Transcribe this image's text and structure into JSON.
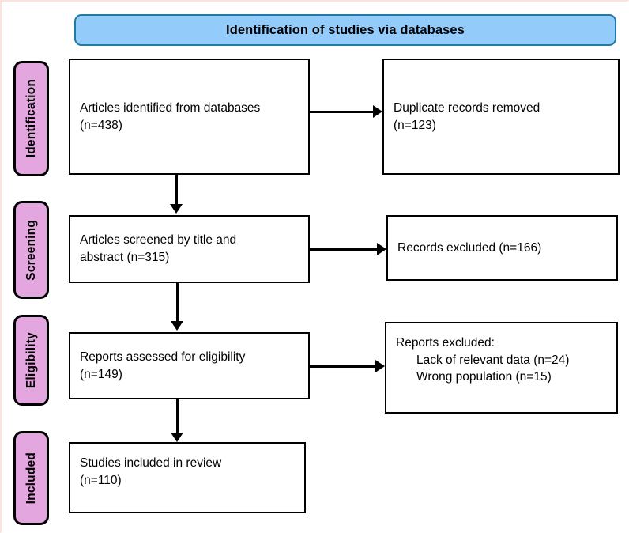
{
  "diagram": {
    "title": "Identification of studies via databases",
    "colors": {
      "banner_fill": "#93cbfb",
      "banner_border": "#2279a4",
      "phase_fill": "#e3a6de",
      "phase_border": "#000000",
      "box_border": "#000000",
      "box_fill": "#ffffff",
      "connector": "#000000"
    },
    "phases": [
      {
        "label": "Identification"
      },
      {
        "label": "Screening"
      },
      {
        "label": "Eligibility"
      },
      {
        "label": "Included"
      }
    ],
    "boxes": {
      "identified": {
        "line1": "Articles identified from databases",
        "line2": "(n=438)"
      },
      "duplicates": {
        "line1": "Duplicate records removed",
        "line2": "(n=123)"
      },
      "screened": {
        "line1": "Articles screened by title and",
        "line2": "abstract (n=315)"
      },
      "records_excluded": {
        "line1": "Records excluded (n=166)"
      },
      "eligibility": {
        "line1": "Reports assessed for eligibility",
        "line2": "(n=149)"
      },
      "reports_excluded": {
        "line1": "Reports excluded:",
        "line2": "Lack of relevant data (n=24)",
        "line3": "Wrong population (n=15)"
      },
      "included": {
        "line1": "Studies included in review",
        "line2": "(n=110)"
      }
    }
  },
  "chart_data": {
    "type": "diagram",
    "title": "Identification of studies via databases",
    "nodes": [
      {
        "id": "identified",
        "phase": "Identification",
        "label": "Articles identified from databases",
        "n": 438
      },
      {
        "id": "duplicates",
        "phase": "Identification",
        "label": "Duplicate records removed",
        "n": 123
      },
      {
        "id": "screened",
        "phase": "Screening",
        "label": "Articles screened by title and abstract",
        "n": 315
      },
      {
        "id": "records_excluded",
        "phase": "Screening",
        "label": "Records excluded",
        "n": 166
      },
      {
        "id": "eligibility",
        "phase": "Eligibility",
        "label": "Reports assessed for eligibility",
        "n": 149
      },
      {
        "id": "reports_excluded",
        "phase": "Eligibility",
        "label": "Reports excluded",
        "reasons": [
          {
            "label": "Lack of relevant data",
            "n": 24
          },
          {
            "label": "Wrong population",
            "n": 15
          }
        ]
      },
      {
        "id": "included",
        "phase": "Included",
        "label": "Studies included in review",
        "n": 110
      }
    ],
    "edges": [
      {
        "from": "identified",
        "to": "duplicates",
        "direction": "right"
      },
      {
        "from": "identified",
        "to": "screened",
        "direction": "down"
      },
      {
        "from": "screened",
        "to": "records_excluded",
        "direction": "right"
      },
      {
        "from": "screened",
        "to": "eligibility",
        "direction": "down"
      },
      {
        "from": "eligibility",
        "to": "reports_excluded",
        "direction": "right"
      },
      {
        "from": "eligibility",
        "to": "included",
        "direction": "down"
      }
    ]
  }
}
